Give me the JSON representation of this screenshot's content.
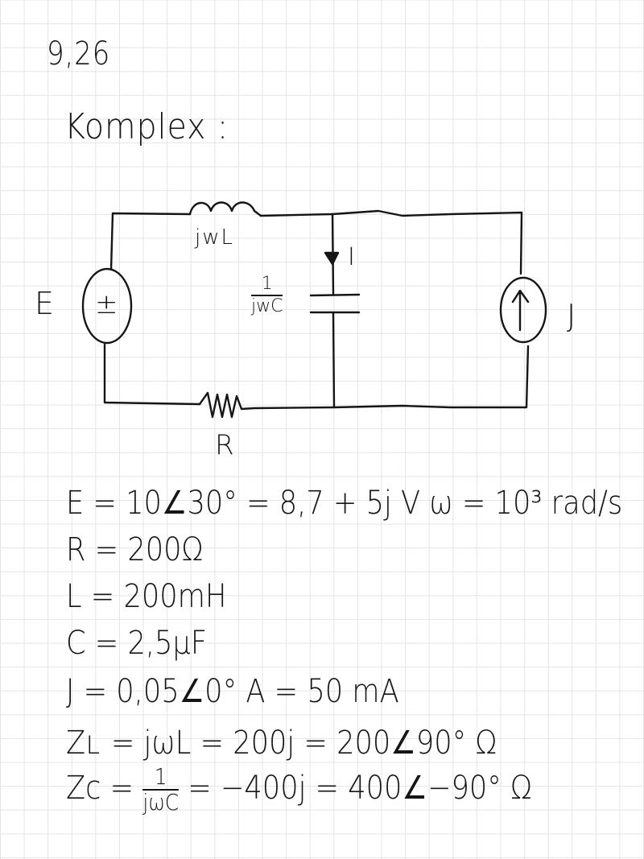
{
  "header": {
    "problem_number": "9,26",
    "section_title": "Komplex :"
  },
  "circuit": {
    "source_E": {
      "label": "E",
      "symbol": "±"
    },
    "inductor": {
      "label": "jwL"
    },
    "capacitor": {
      "numerator": "1",
      "denominator": "jwC"
    },
    "current": {
      "label": "I"
    },
    "resistor": {
      "label": "R"
    },
    "source_J": {
      "label": "J",
      "symbol": "↑"
    }
  },
  "equations": [
    {
      "id": "E",
      "text": "E = 10∠30° = 8,7 + 5j V   ω = 10³ rad/s"
    },
    {
      "id": "R",
      "text": "R = 200Ω"
    },
    {
      "id": "L",
      "text": "L = 200mH"
    },
    {
      "id": "C",
      "text": "C = 2,5μF"
    },
    {
      "id": "J",
      "text": "J = 0,05∠0° A = 50 mA"
    },
    {
      "id": "ZL",
      "text": "Zʟ = jωL = 200j = 200∠90° Ω"
    },
    {
      "id": "ZC",
      "prefix": "Zc =",
      "numerator": "1",
      "denominator": "jωC",
      "suffix": "= −400j = 400∠−90° Ω"
    }
  ]
}
